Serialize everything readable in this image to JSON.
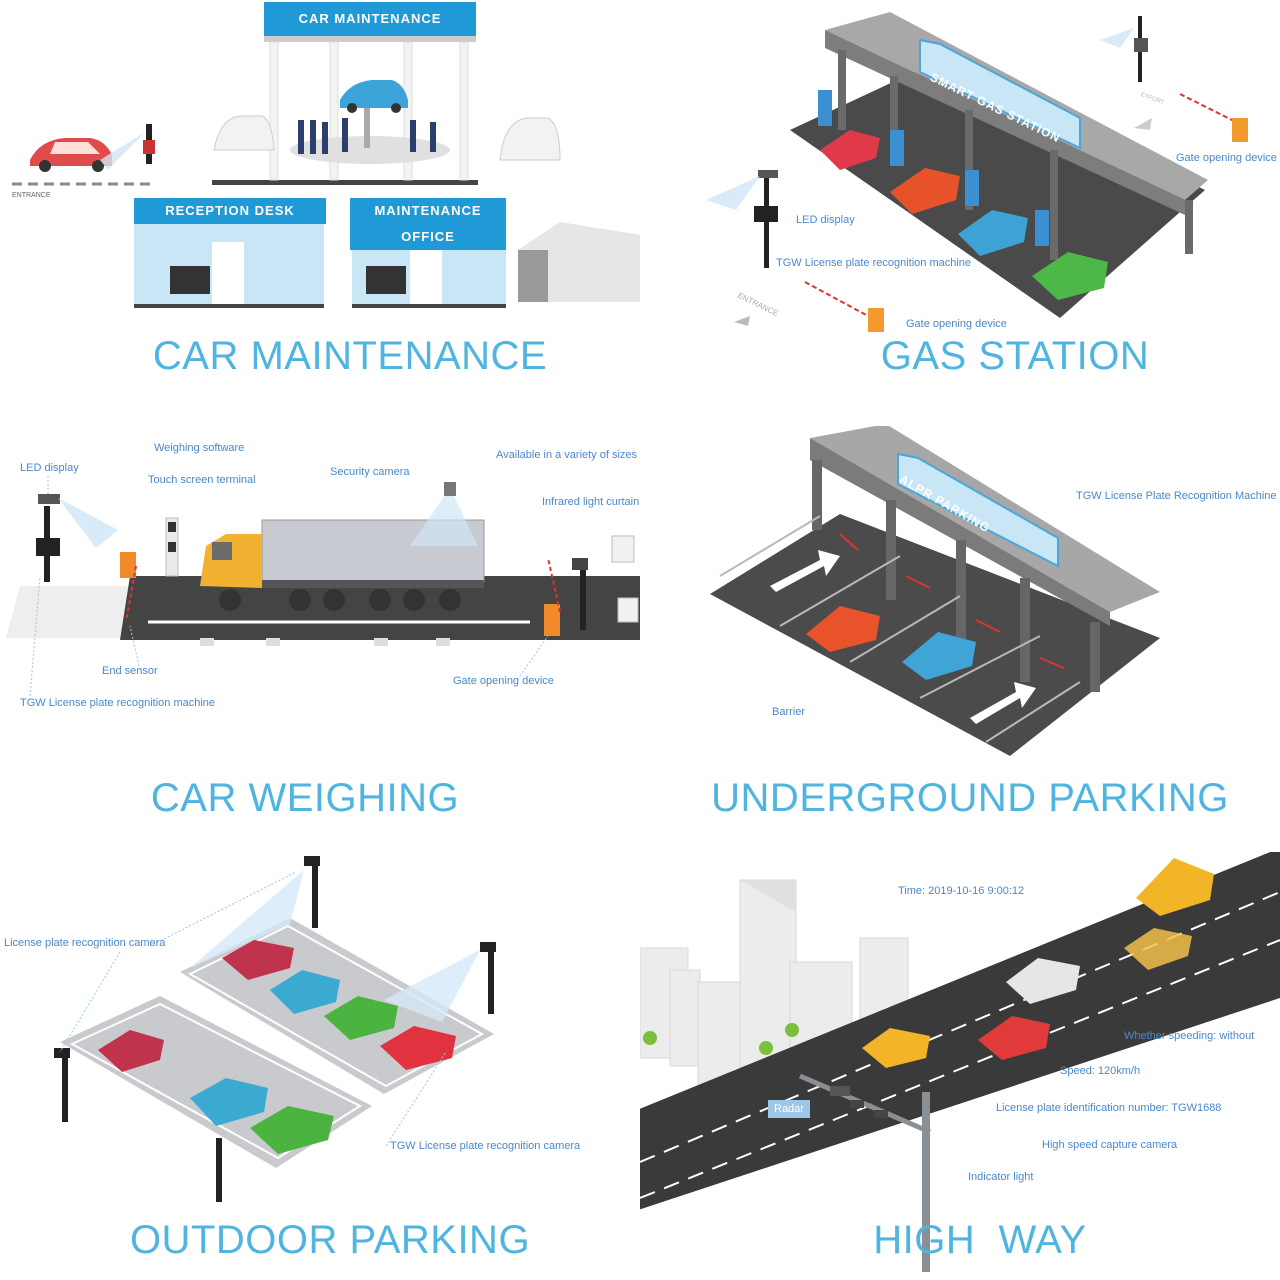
{
  "panels": {
    "car_maintenance": {
      "title": "CAR MAINTENANCE",
      "sign_main": "CAR MAINTENANCE",
      "sign_reception": "RECEPTION DESK",
      "sign_office": "MAINTENANCE OFFICE",
      "entrance": "ENTRANCE"
    },
    "gas_station": {
      "title": "GAS STATION",
      "canopy_sign": "SMART GAS STATION",
      "export": "EXPORT",
      "entrance": "ENTRANCE",
      "labels": {
        "gate_top": "Gate opening device",
        "led": "LED display",
        "lpr": "TGW License plate recognition machine",
        "gate_bottom": "Gate opening device"
      }
    },
    "car_weighing": {
      "title": "CAR WEIGHING",
      "labels": {
        "weighing_software": "Weighing software",
        "led": "LED display",
        "touch": "Touch screen terminal",
        "security": "Security camera",
        "sizes": "Available in a variety of sizes",
        "infrared": "Infrared light curtain",
        "end_sensor": "End sensor",
        "gate": "Gate opening device",
        "lpr": "TGW License plate recognition machine"
      }
    },
    "underground_parking": {
      "title": "UNDERGROUND PARKING",
      "canopy_sign": "ALPR PARKING",
      "labels": {
        "lpr": "TGW License Plate Recognition Machine",
        "barrier": "Barrier"
      }
    },
    "outdoor_parking": {
      "title": "OUTDOOR PARKING",
      "labels": {
        "lpr_camera": "License plate recognition camera",
        "tgw_camera": "TGW License plate recognition camera"
      }
    },
    "high_way": {
      "title": "HIGH  WAY",
      "labels": {
        "time": "Time: 2019-10-16  9:00:12",
        "speeding": "Whether speeding: without",
        "speed": "Speed: 120km/h",
        "plate": "License plate identification number: TGW1688",
        "camera": "High speed capture camera",
        "indicator": "Indicator light",
        "radar": "Radar"
      }
    }
  },
  "colors": {
    "title": "#4fb4df",
    "label": "#4a88c9",
    "sign": "#1f9ad6",
    "road": "#3a3a3a",
    "canopy": "#8d8d8d"
  }
}
